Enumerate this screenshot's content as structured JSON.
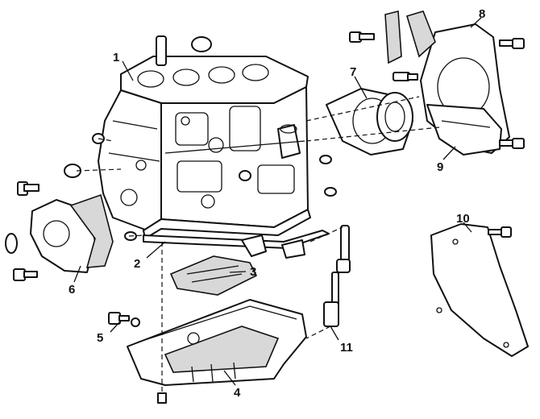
{
  "diagram": {
    "callouts": [
      {
        "id": "1",
        "text": "1"
      },
      {
        "id": "2",
        "text": "2"
      },
      {
        "id": "3",
        "text": "3"
      },
      {
        "id": "4",
        "text": "4"
      },
      {
        "id": "5",
        "text": "5"
      },
      {
        "id": "6",
        "text": "6"
      },
      {
        "id": "7",
        "text": "7"
      },
      {
        "id": "8",
        "text": "8"
      },
      {
        "id": "9",
        "text": "9"
      },
      {
        "id": "10",
        "text": "10"
      },
      {
        "id": "11",
        "text": "11"
      }
    ],
    "colors": {
      "line": "#111111",
      "background": "#ffffff",
      "shade": "#d8d8d8"
    }
  }
}
